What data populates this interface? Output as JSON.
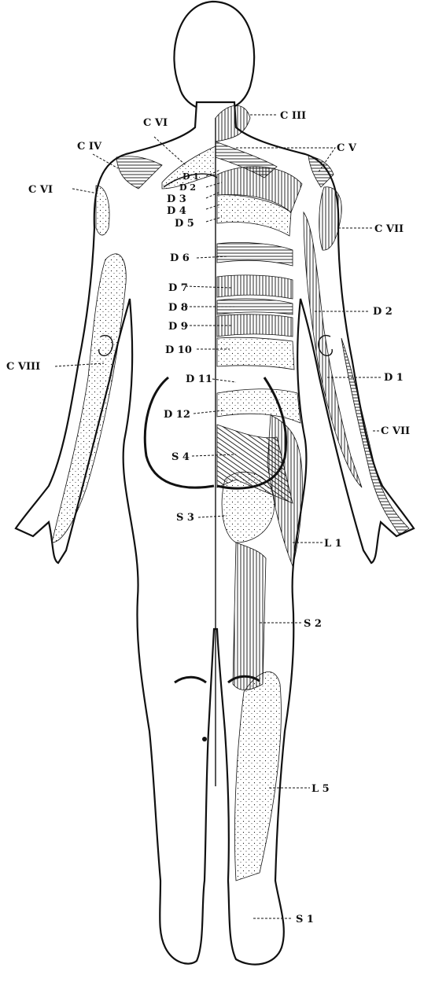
{
  "figure": {
    "colors": {
      "ink": "#111111",
      "paper": "#ffffff"
    },
    "labels": [
      {
        "id": "c3",
        "text": "C III"
      },
      {
        "id": "c4",
        "text": "C IV"
      },
      {
        "id": "c6-top",
        "text": "C VI"
      },
      {
        "id": "c5",
        "text": "C V"
      },
      {
        "id": "c6-left",
        "text": "C VI"
      },
      {
        "id": "c7-right",
        "text": "C VII"
      },
      {
        "id": "d1-back",
        "text": "D 1"
      },
      {
        "id": "d2-back",
        "text": "D 2"
      },
      {
        "id": "d3",
        "text": "D 3"
      },
      {
        "id": "d4",
        "text": "D 4"
      },
      {
        "id": "d5",
        "text": "D 5"
      },
      {
        "id": "d6",
        "text": "D 6"
      },
      {
        "id": "d7",
        "text": "D 7"
      },
      {
        "id": "d8",
        "text": "D 8"
      },
      {
        "id": "d9",
        "text": "D 9"
      },
      {
        "id": "d10",
        "text": "D 10"
      },
      {
        "id": "d2-arm",
        "text": "D 2"
      },
      {
        "id": "c8",
        "text": "C VIII"
      },
      {
        "id": "d11",
        "text": "D 11"
      },
      {
        "id": "d1-arm",
        "text": "D 1"
      },
      {
        "id": "d12",
        "text": "D 12"
      },
      {
        "id": "c7-arm",
        "text": "C VII"
      },
      {
        "id": "s4",
        "text": "S 4"
      },
      {
        "id": "s3",
        "text": "S 3"
      },
      {
        "id": "l1",
        "text": "L 1"
      },
      {
        "id": "s2",
        "text": "S 2"
      },
      {
        "id": "l5",
        "text": "L 5"
      },
      {
        "id": "s1",
        "text": "S 1"
      }
    ]
  }
}
